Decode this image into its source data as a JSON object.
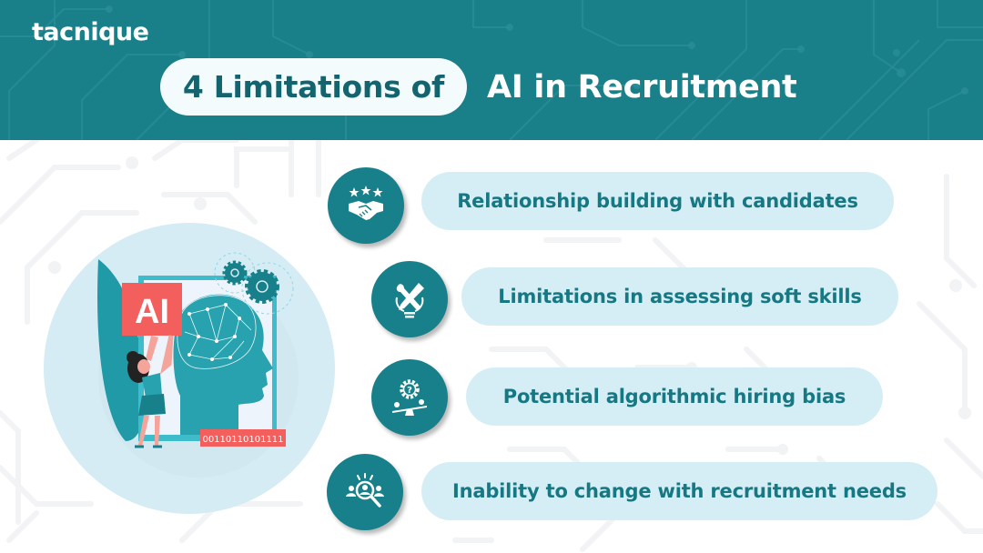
{
  "brand": {
    "logo_text": "tacnique"
  },
  "header": {
    "title_highlight": "4 Limitations of",
    "title_rest": "AI in Recruitment"
  },
  "illustration": {
    "ai_badge": "AI",
    "binary_label": "00110110101111"
  },
  "limitations": [
    {
      "icon": "handshake-stars-icon",
      "label": "Relationship building with candidates"
    },
    {
      "icon": "tools-lightbulb-icon",
      "label": "Limitations in assessing soft skills"
    },
    {
      "icon": "gear-question-balance-icon",
      "label": "Potential algorithmic hiring bias"
    },
    {
      "icon": "search-candidate-icon",
      "label": "Inability to change with recruitment needs"
    }
  ],
  "colors": {
    "header_bg": "#197f89",
    "title_pill_bg": "#f4fbfd",
    "title_pill_text": "#12646e",
    "icon_circle": "#18808a",
    "item_pill_bg": "#d5eef5",
    "item_pill_text": "#167883",
    "accent_red": "#f25f5c"
  }
}
